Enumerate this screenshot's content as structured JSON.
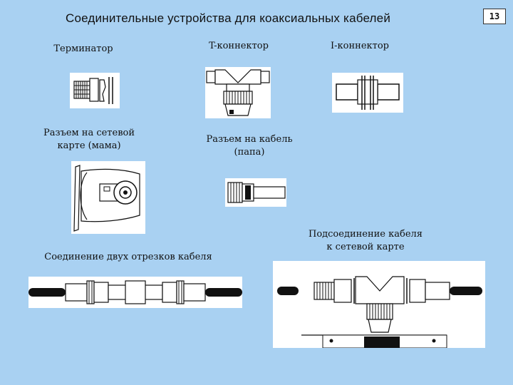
{
  "slide": {
    "title": "Соединительные устройства для коаксиальных кабелей",
    "page_number": "13"
  },
  "labels": {
    "terminator": "Терминатор",
    "t_connector": "T-коннектор",
    "i_connector": "I-коннектор",
    "nic_connector_line1": "Разъем на сетевой",
    "nic_connector_line2": "карте (мама)",
    "cable_connector_line1": "Разъем на кабель",
    "cable_connector_line2": "(папа)",
    "joining_cables": "Соединение двух отрезков кабеля",
    "nic_attachment_line1": "Подсоединение кабеля",
    "nic_attachment_line2": "к сетевой карте"
  }
}
